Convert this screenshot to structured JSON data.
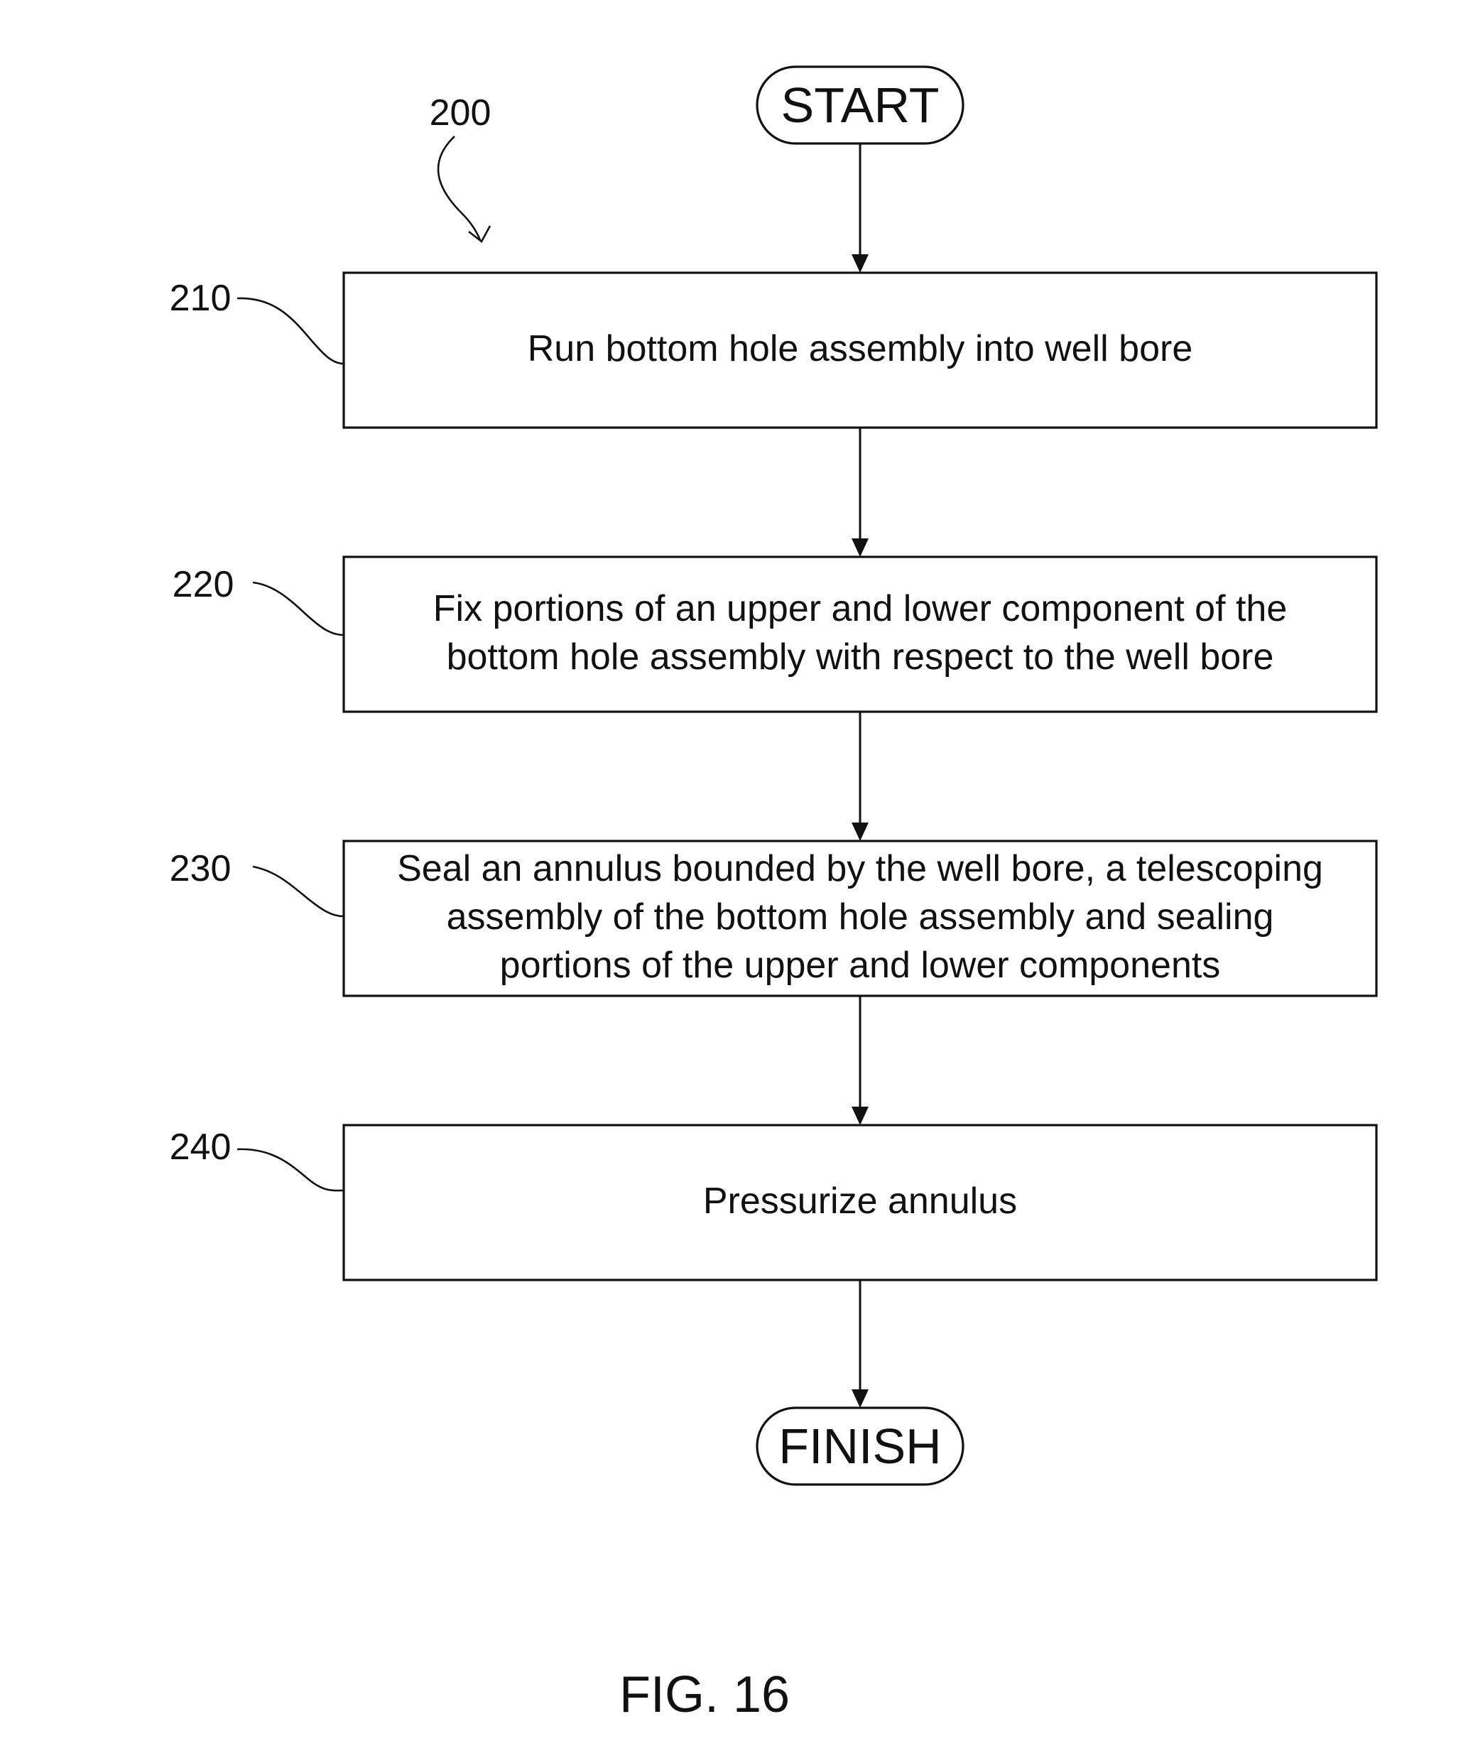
{
  "figure": {
    "ref": "200",
    "caption": "FIG. 16"
  },
  "terminals": {
    "start": "START",
    "finish": "FINISH"
  },
  "steps": [
    {
      "ref": "210",
      "lines": [
        "Run bottom hole assembly into well bore"
      ]
    },
    {
      "ref": "220",
      "lines": [
        "Fix portions of an upper and lower component of the",
        "bottom hole assembly with respect to the well bore"
      ]
    },
    {
      "ref": "230",
      "lines": [
        "Seal an annulus bounded by the well bore, a telescoping",
        "assembly of the bottom hole assembly and sealing",
        "portions of the upper and lower components"
      ]
    },
    {
      "ref": "240",
      "lines": [
        "Pressurize annulus"
      ]
    }
  ]
}
